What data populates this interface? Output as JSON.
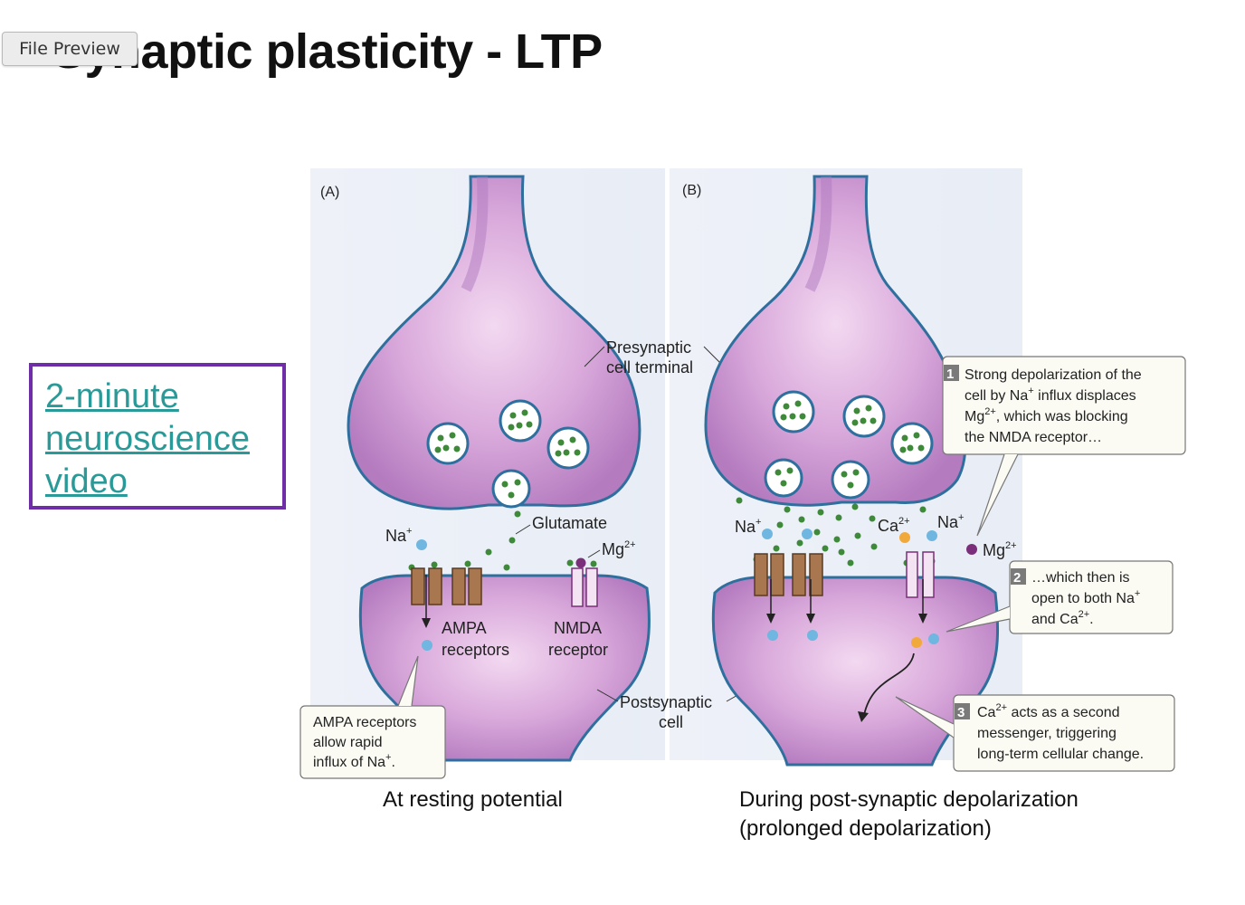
{
  "toolbar": {
    "file_preview_label": "File Preview"
  },
  "slide": {
    "title": "Synaptic plasticity - LTP"
  },
  "video_link": {
    "lines": [
      "2-minute",
      "neuroscience",
      "video"
    ]
  },
  "figure": {
    "panel_a": {
      "tag": "(A)",
      "presynaptic_label": [
        "Presynaptic",
        "cell terminal"
      ],
      "glutamate_label": "Glutamate",
      "na_label": "Na",
      "mg_label": "Mg",
      "ampa_label": [
        "AMPA",
        "receptors"
      ],
      "nmda_label": [
        "NMDA",
        "receptor"
      ],
      "postsynaptic_label": [
        "Postsynaptic",
        "cell"
      ],
      "ampa_callout": [
        "AMPA receptors",
        "allow rapid",
        "influx of Na"
      ],
      "caption": "At resting potential"
    },
    "panel_b": {
      "tag": "(B)",
      "na_label": "Na",
      "ca_label": "Ca",
      "na2_label": "Na",
      "mg_label": "Mg",
      "callout_1_num": "1",
      "callout_1": [
        "Strong depolarization of the",
        "cell by Na",
        " influx displaces",
        "Mg",
        ", which was blocking",
        "the NMDA receptor…"
      ],
      "callout_2_num": "2",
      "callout_2": [
        "…which then is",
        "open to both Na",
        "and Ca"
      ],
      "callout_3_num": "3",
      "callout_3": [
        "Ca",
        " acts as a second",
        "messenger, triggering",
        "long-term cellular change."
      ],
      "caption": [
        "During post-synaptic depolarization",
        "(prolonged depolarization)"
      ]
    },
    "charges": {
      "plus": "+",
      "two_plus": "2+"
    },
    "colors": {
      "membrane": "#2e6f9e",
      "cell_fill": "#c78fd0",
      "vesicle_dot": "#3f8a3a",
      "sodium": "#6fb6e0",
      "calcium": "#f2a93b",
      "magnesium": "#7b2f7a",
      "ampa": "#a8774f",
      "border": "#6f2da8",
      "link": "#2a9a98"
    }
  }
}
